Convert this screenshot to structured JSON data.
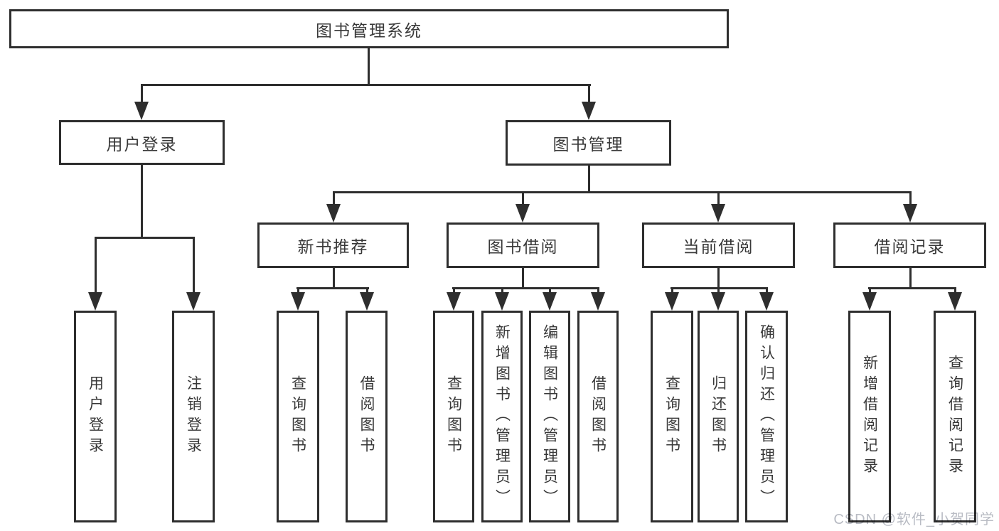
{
  "colors": {
    "line": "#2e2e2e",
    "text": "#383838",
    "background": "#ffffff",
    "watermark": "#b9bcc4"
  },
  "watermark": {
    "text": "CSDN @软件_小贺同学"
  },
  "tree": {
    "root": {
      "label": "图书管理系统"
    },
    "branches": [
      {
        "label": "用户登录",
        "children": [
          {
            "label": "用户登录"
          },
          {
            "label": "注销登录"
          }
        ]
      },
      {
        "label": "图书管理",
        "children": [
          {
            "label": "新书推荐",
            "children": [
              {
                "label": "查询图书"
              },
              {
                "label": "借阅图书"
              }
            ]
          },
          {
            "label": "图书借阅",
            "children": [
              {
                "label": "查询图书"
              },
              {
                "label": "新增图书（管理员）"
              },
              {
                "label": "编辑图书（管理员）"
              },
              {
                "label": "借阅图书"
              }
            ]
          },
          {
            "label": "当前借阅",
            "children": [
              {
                "label": "查询图书"
              },
              {
                "label": "归还图书"
              },
              {
                "label": "确认归还（管理员）"
              }
            ]
          },
          {
            "label": "借阅记录",
            "children": [
              {
                "label": "新增借阅记录"
              },
              {
                "label": "查询借阅记录"
              }
            ]
          }
        ]
      }
    ]
  }
}
